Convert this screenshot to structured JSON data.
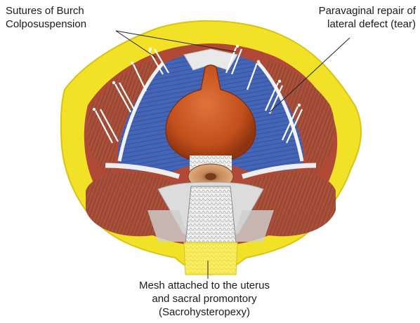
{
  "labels": {
    "burch": [
      "Sutures of Burch",
      "Colposuspension"
    ],
    "paravaginal": [
      "Paravaginal repair of",
      "lateral defect (tear)"
    ],
    "mesh": [
      "Mesh attached to the uterus",
      "and sacral promontory",
      "(Sacrohysteropexy)"
    ]
  },
  "colors": {
    "fat": "#f2e227",
    "fat_edge": "#d8c414",
    "muscle": "#a8503a",
    "fascia": "#3f5fb0",
    "bladder": "#c8531f",
    "uterus": "#d9a06a",
    "mesh": "#e8e8e8",
    "suture": "#ffffff",
    "leader": "#222222"
  }
}
